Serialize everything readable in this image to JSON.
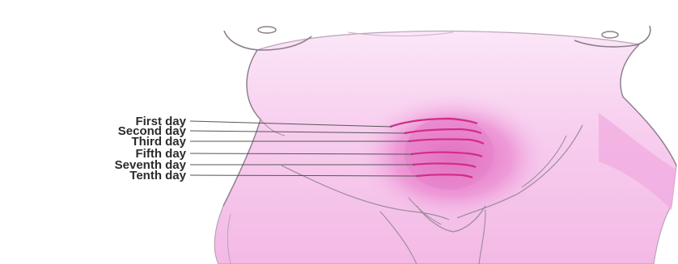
{
  "diagram": {
    "labels": [
      {
        "text": "First day"
      },
      {
        "text": "Second day"
      },
      {
        "text": "Third day"
      },
      {
        "text": "Fifth day"
      },
      {
        "text": "Seventh day"
      },
      {
        "text": "Tenth day"
      }
    ],
    "colors": {
      "skin": "#f6c7ec",
      "skin_light": "#fbe3f6",
      "uterus": "#e670c6",
      "fundus_line": "#d42b86",
      "outline": "#9a8a9a",
      "leader": "#555555",
      "text": "#2b2b2b"
    }
  }
}
